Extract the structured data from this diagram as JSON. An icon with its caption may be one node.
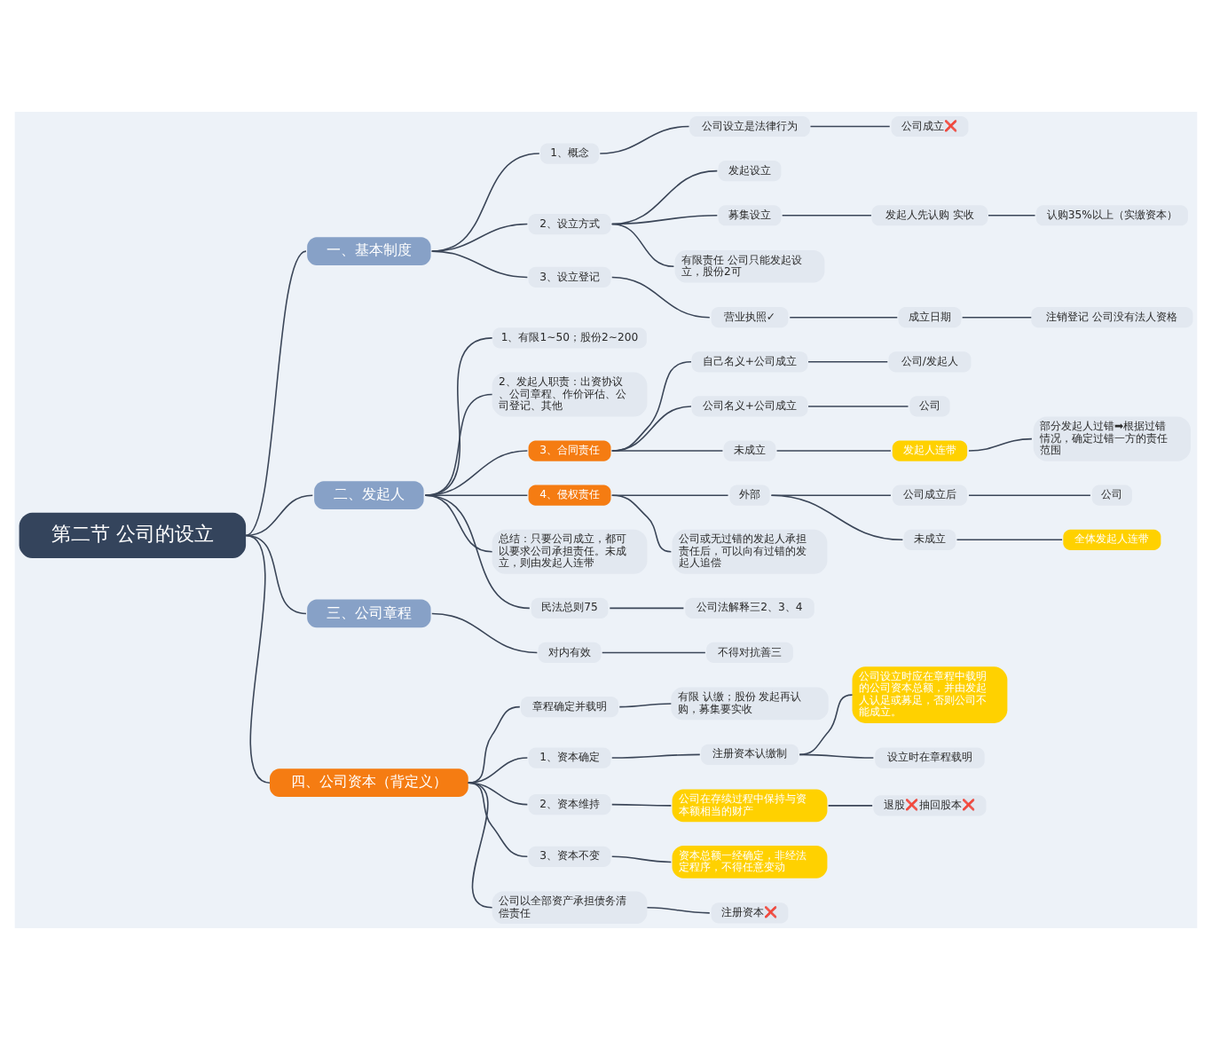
{
  "diagram": {
    "nodes": [
      {
        "text": [
          "第二节 公司的设立"
        ]
      },
      {
        "text": [
          "一、基本制度"
        ]
      },
      {
        "text": [
          "1、概念"
        ]
      },
      {
        "text": [
          "公司设立是法律行为"
        ]
      },
      {
        "text": [
          "公司成立❌"
        ]
      },
      {
        "text": [
          "2、设立方式"
        ]
      },
      {
        "text": [
          "发起设立"
        ]
      },
      {
        "text": [
          "募集设立"
        ]
      },
      {
        "text": [
          "发起人先认购 实收"
        ]
      },
      {
        "text": [
          "认购35%以上（实缴资本）"
        ]
      },
      {
        "text": [
          "有限责任 公司只能发起设立，股份2可"
        ]
      },
      {
        "text": [
          "3、设立登记"
        ]
      },
      {
        "text": [
          "营业执照✓"
        ]
      },
      {
        "text": [
          "成立日期"
        ]
      },
      {
        "text": [
          "注销登记 公司没有法人资格"
        ]
      },
      {
        "text": [
          "二、发起人"
        ]
      },
      {
        "text": [
          "1、有限1~50；股份2~200"
        ]
      },
      {
        "text": [
          "2、发起人职责：出资协议、公司章程、作价评估、公司登记、其他"
        ]
      },
      {
        "text": [
          "3、合同责任"
        ]
      },
      {
        "text": [
          "自己名义+公司成立"
        ]
      },
      {
        "text": [
          "公司/发起人"
        ]
      },
      {
        "text": [
          "公司名义+公司成立"
        ]
      },
      {
        "text": [
          "公司"
        ]
      },
      {
        "text": [
          "未成立"
        ]
      },
      {
        "text": [
          "发起人连带"
        ]
      },
      {
        "text": [
          "部分发起人过错➡根据过错情况，确定过错一方的责任范围"
        ]
      },
      {
        "text": [
          "4、侵权责任"
        ]
      },
      {
        "text": [
          "外部"
        ]
      },
      {
        "text": [
          "公司成立后"
        ]
      },
      {
        "text": [
          "公司"
        ]
      },
      {
        "text": [
          "未成立"
        ]
      },
      {
        "text": [
          "全体发起人连带"
        ]
      },
      {
        "text": [
          "公司或无过错的发起人承担责任后，可以向有过错的发起人追偿"
        ]
      },
      {
        "text": [
          "总结：只要公司成立，都可以要求公司承担责任。未成立，则由发起人连带"
        ]
      },
      {
        "text": [
          "民法总则75"
        ]
      },
      {
        "text": [
          "公司法解释三2、3、4"
        ]
      },
      {
        "text": [
          "三、公司章程"
        ]
      },
      {
        "text": [
          "对内有效"
        ]
      },
      {
        "text": [
          "不得对抗善三"
        ]
      },
      {
        "text": [
          "四、公司资本（背定义）"
        ]
      },
      {
        "text": [
          "章程确定并载明"
        ]
      },
      {
        "text": [
          "有限 认缴；股份 发起再认购，募集要实收"
        ]
      },
      {
        "text": [
          "1、资本确定"
        ]
      },
      {
        "text": [
          "注册资本认缴制"
        ]
      },
      {
        "text": [
          "公司设立时应在章程中载明的公司资本总额，并由发起人认足或募足，否则公司不能成立。"
        ]
      },
      {
        "text": [
          "设立时在章程载明"
        ]
      },
      {
        "text": [
          "2、资本维持"
        ]
      },
      {
        "text": [
          "公司在存续过程中保持与资本额相当的财产"
        ]
      },
      {
        "text": [
          "退股❌抽回股本❌"
        ]
      },
      {
        "text": [
          "3、资本不变"
        ]
      },
      {
        "text": [
          "资本总额一经确定，非经法定程序，不得任意变动"
        ]
      },
      {
        "text": [
          "公司以全部资产承担债务清偿责任"
        ]
      },
      {
        "text": [
          "注册资本❌"
        ]
      }
    ],
    "edges": [
      {
        "from": 0,
        "to": 1,
        "arrow": "none"
      },
      {
        "from": 1,
        "to": 2,
        "arrow": "none"
      },
      {
        "from": 2,
        "to": 3,
        "arrow": "none"
      },
      {
        "from": 3,
        "to": 4,
        "arrow": "none"
      },
      {
        "from": 1,
        "to": 5,
        "arrow": "none"
      },
      {
        "from": 5,
        "to": 6,
        "arrow": "none"
      },
      {
        "from": 5,
        "to": 7,
        "arrow": "none"
      },
      {
        "from": 7,
        "to": 8,
        "arrow": "none"
      },
      {
        "from": 8,
        "to": 9,
        "arrow": "none"
      },
      {
        "from": 5,
        "to": 10,
        "arrow": "none"
      },
      {
        "from": 1,
        "to": 11,
        "arrow": "none"
      },
      {
        "from": 11,
        "to": 12,
        "arrow": "none"
      },
      {
        "from": 12,
        "to": 13,
        "arrow": "none"
      },
      {
        "from": 13,
        "to": 14,
        "arrow": "none"
      },
      {
        "from": 0,
        "to": 15,
        "arrow": "none"
      },
      {
        "from": 15,
        "to": 16,
        "arrow": "none"
      },
      {
        "from": 15,
        "to": 17,
        "arrow": "none"
      },
      {
        "from": 15,
        "to": 18,
        "arrow": "none"
      },
      {
        "from": 18,
        "to": 19,
        "arrow": "none"
      },
      {
        "from": 19,
        "to": 20,
        "arrow": "none"
      },
      {
        "from": 18,
        "to": 21,
        "arrow": "none"
      },
      {
        "from": 21,
        "to": 22,
        "arrow": "none"
      },
      {
        "from": 18,
        "to": 23,
        "arrow": "none"
      },
      {
        "from": 23,
        "to": 24,
        "arrow": "none"
      },
      {
        "from": 24,
        "to": 25,
        "arrow": "none"
      },
      {
        "from": 15,
        "to": 26,
        "arrow": "none"
      },
      {
        "from": 26,
        "to": 27,
        "arrow": "none"
      },
      {
        "from": 27,
        "to": 28,
        "arrow": "none"
      },
      {
        "from": 28,
        "to": 29,
        "arrow": "none"
      },
      {
        "from": 27,
        "to": 30,
        "arrow": "none"
      },
      {
        "from": 30,
        "to": 31,
        "arrow": "none"
      },
      {
        "from": 26,
        "to": 32,
        "arrow": "none"
      },
      {
        "from": 15,
        "to": 33,
        "arrow": "none"
      },
      {
        "from": 15,
        "to": 34,
        "arrow": "none"
      },
      {
        "from": 34,
        "to": 35,
        "arrow": "none"
      },
      {
        "from": 0,
        "to": 36,
        "arrow": "none"
      },
      {
        "from": 36,
        "to": 37,
        "arrow": "none"
      },
      {
        "from": 37,
        "to": 38,
        "arrow": "none"
      },
      {
        "from": 0,
        "to": 39,
        "arrow": "none"
      },
      {
        "from": 39,
        "to": 40,
        "arrow": "none"
      },
      {
        "from": 40,
        "to": 41,
        "arrow": "none"
      },
      {
        "from": 39,
        "to": 42,
        "arrow": "none"
      },
      {
        "from": 42,
        "to": 43,
        "arrow": "none"
      },
      {
        "from": 43,
        "to": 44,
        "arrow": "none"
      },
      {
        "from": 43,
        "to": 45,
        "arrow": "none"
      },
      {
        "from": 39,
        "to": 46,
        "arrow": "none"
      },
      {
        "from": 46,
        "to": 47,
        "arrow": "none"
      },
      {
        "from": 47,
        "to": 48,
        "arrow": "none"
      },
      {
        "from": 39,
        "to": 49,
        "arrow": "none"
      },
      {
        "from": 49,
        "to": 50,
        "arrow": "none"
      },
      {
        "from": 39,
        "to": 51,
        "arrow": "none"
      },
      {
        "from": 51,
        "to": 52,
        "arrow": "none"
      }
    ]
  }
}
